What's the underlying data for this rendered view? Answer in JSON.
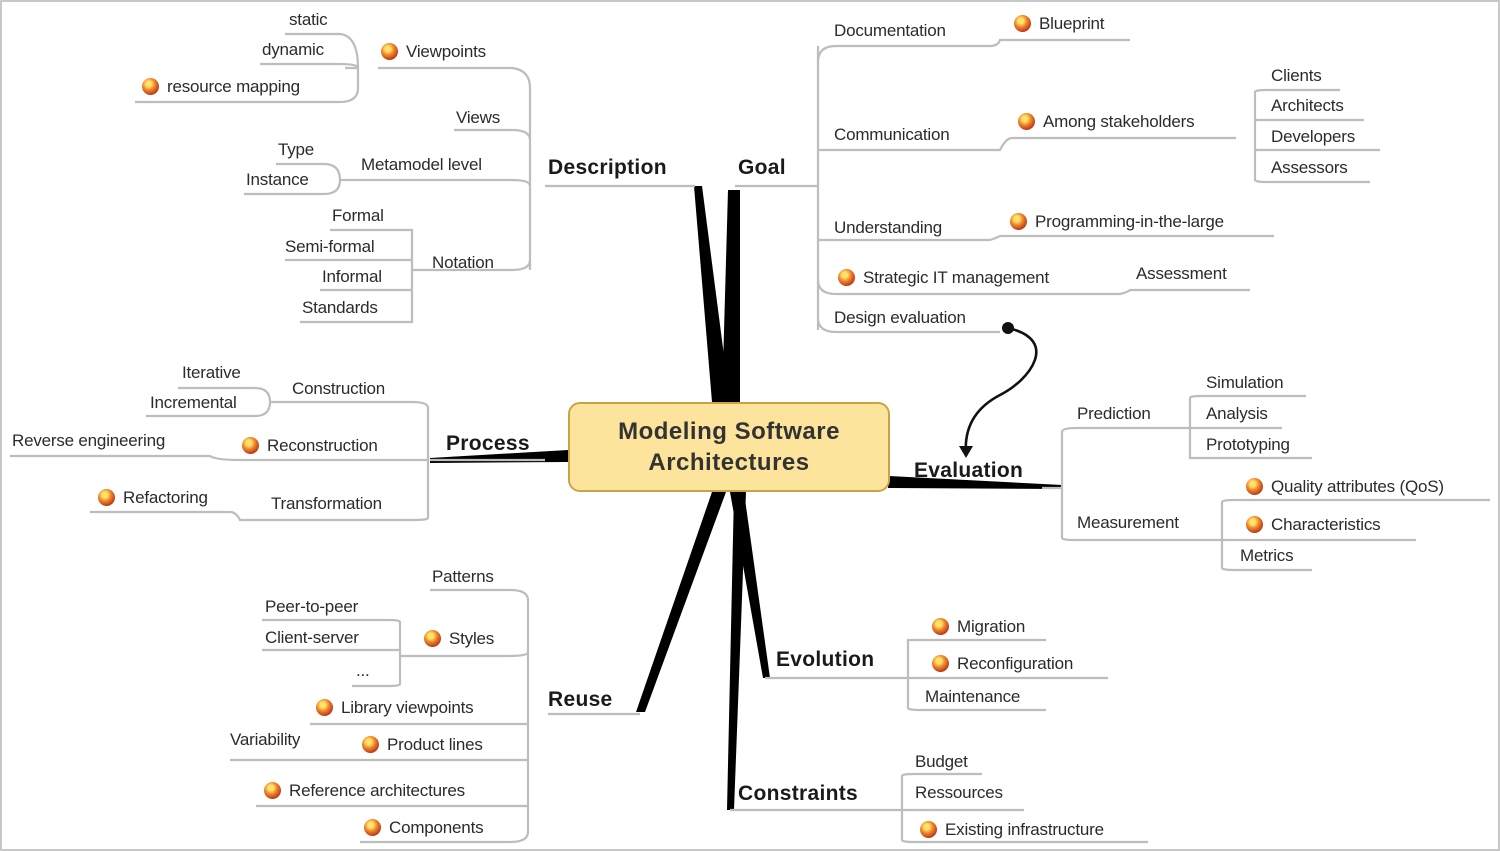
{
  "center": {
    "line1": "Modeling Software",
    "line2": "Architectures"
  },
  "description": {
    "label": "Description",
    "viewpoints": "Viewpoints",
    "static": "static",
    "dynamic": "dynamic",
    "resource_mapping": "resource mapping",
    "views": "Views",
    "metamodel_level": "Metamodel level",
    "type": "Type",
    "instance": "Instance",
    "notation": "Notation",
    "formal": "Formal",
    "semi_formal": "Semi-formal",
    "informal": "Informal",
    "standards": "Standards"
  },
  "goal": {
    "label": "Goal",
    "documentation": "Documentation",
    "blueprint": "Blueprint",
    "communication": "Communication",
    "among_stakeholders": "Among stakeholders",
    "clients": "Clients",
    "architects": "Architects",
    "developers": "Developers",
    "assessors": "Assessors",
    "understanding": "Understanding",
    "programming_in_the_large": "Programming-in-the-large",
    "strategic_it": "Strategic IT management",
    "assessment": "Assessment",
    "design_evaluation": "Design evaluation"
  },
  "process": {
    "label": "Process",
    "construction": "Construction",
    "iterative": "Iterative",
    "incremental": "Incremental",
    "reconstruction": "Reconstruction",
    "reverse_engineering": "Reverse engineering",
    "transformation": "Transformation",
    "refactoring": "Refactoring"
  },
  "evaluation": {
    "label": "Evaluation",
    "prediction": "Prediction",
    "simulation": "Simulation",
    "analysis": "Analysis",
    "prototyping": "Prototyping",
    "measurement": "Measurement",
    "quality_attributes": "Quality attributes (QoS)",
    "characteristics": "Characteristics",
    "metrics": "Metrics"
  },
  "reuse": {
    "label": "Reuse",
    "patterns": "Patterns",
    "styles": "Styles",
    "peer_to_peer": "Peer-to-peer",
    "client_server": "Client-server",
    "ellipsis": "...",
    "library_viewpoints": "Library viewpoints",
    "product_lines": "Product lines",
    "variability": "Variability",
    "reference_architectures": "Reference architectures",
    "components": "Components"
  },
  "evolution": {
    "label": "Evolution",
    "migration": "Migration",
    "reconfiguration": "Reconfiguration",
    "maintenance": "Maintenance"
  },
  "constraints": {
    "label": "Constraints",
    "budget": "Budget",
    "ressources": "Ressources",
    "existing_infrastructure": "Existing infrastructure"
  },
  "colors": {
    "center_fill": "#fde49c",
    "center_border": "#c9a447",
    "line": "#bfbfbf",
    "branch": "#000000",
    "icon": "#e0611f"
  }
}
